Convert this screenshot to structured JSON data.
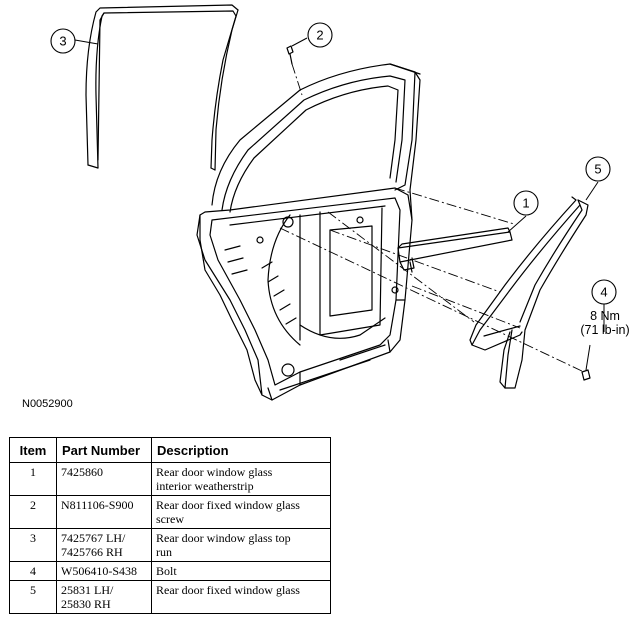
{
  "figure_id": "N0052900",
  "callouts": [
    "1",
    "2",
    "3",
    "4",
    "5"
  ],
  "torque": {
    "line1": "8 Nm",
    "line2": "(71 lb-in)"
  },
  "table": {
    "headers": {
      "item": "Item",
      "part_number": "Part Number",
      "description": "Description"
    },
    "rows": [
      {
        "item": "1",
        "part_number": [
          "7425860"
        ],
        "description": [
          "Rear door window glass",
          "interior weatherstrip"
        ]
      },
      {
        "item": "2",
        "part_number": [
          "N811106-S900"
        ],
        "description": [
          "Rear door fixed window glass",
          "screw"
        ]
      },
      {
        "item": "3",
        "part_number": [
          "7425767 LH/",
          "7425766 RH"
        ],
        "description": [
          "Rear door window glass top",
          "run"
        ]
      },
      {
        "item": "4",
        "part_number": [
          "W506410-S438"
        ],
        "description": [
          "Bolt"
        ]
      },
      {
        "item": "5",
        "part_number": [
          "25831 LH/",
          "25830 RH"
        ],
        "description": [
          "Rear door fixed window glass"
        ]
      }
    ]
  }
}
